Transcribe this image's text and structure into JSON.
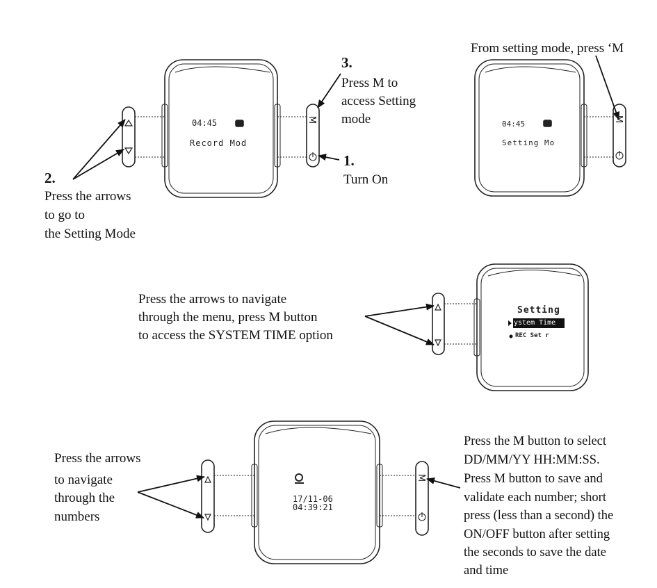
{
  "step3": {
    "number": "3.",
    "lines": [
      "Press M to",
      "access Setting",
      "mode"
    ]
  },
  "step1": {
    "number": "1.",
    "text": "Turn On"
  },
  "step2": {
    "number": "2.",
    "lines": [
      "Press the arrows",
      "to go to",
      "the Setting Mode"
    ]
  },
  "top_right": {
    "text": "From setting mode, press ‘M"
  },
  "device1": {
    "time": "04:45",
    "mode": "Record Mod"
  },
  "device2": {
    "time": "04:45",
    "mode": "Setting Mo"
  },
  "device3": {
    "title": "Setting",
    "item1": "ystem  Time",
    "item2": "REC  Set  r"
  },
  "device4": {
    "date": "17/11-06",
    "time": "04:39:21"
  },
  "middle": {
    "lines": [
      "Press the arrows to navigate",
      "through the menu, press M button",
      "to access the SYSTEM TIME option"
    ]
  },
  "bottom_left": {
    "lines": [
      "Press the arrows",
      "to navigate",
      "through the",
      "numbers"
    ]
  },
  "bottom_right": {
    "lines": [
      "Press the M button to select",
      "DD/MM/YY HH:MM:SS.",
      "Press M button to save and",
      "validate each number; short",
      "press (less than a second) the",
      "ON/OFF button after setting",
      "the seconds to save the date",
      "and time"
    ]
  },
  "buttons": {
    "m": "M"
  }
}
